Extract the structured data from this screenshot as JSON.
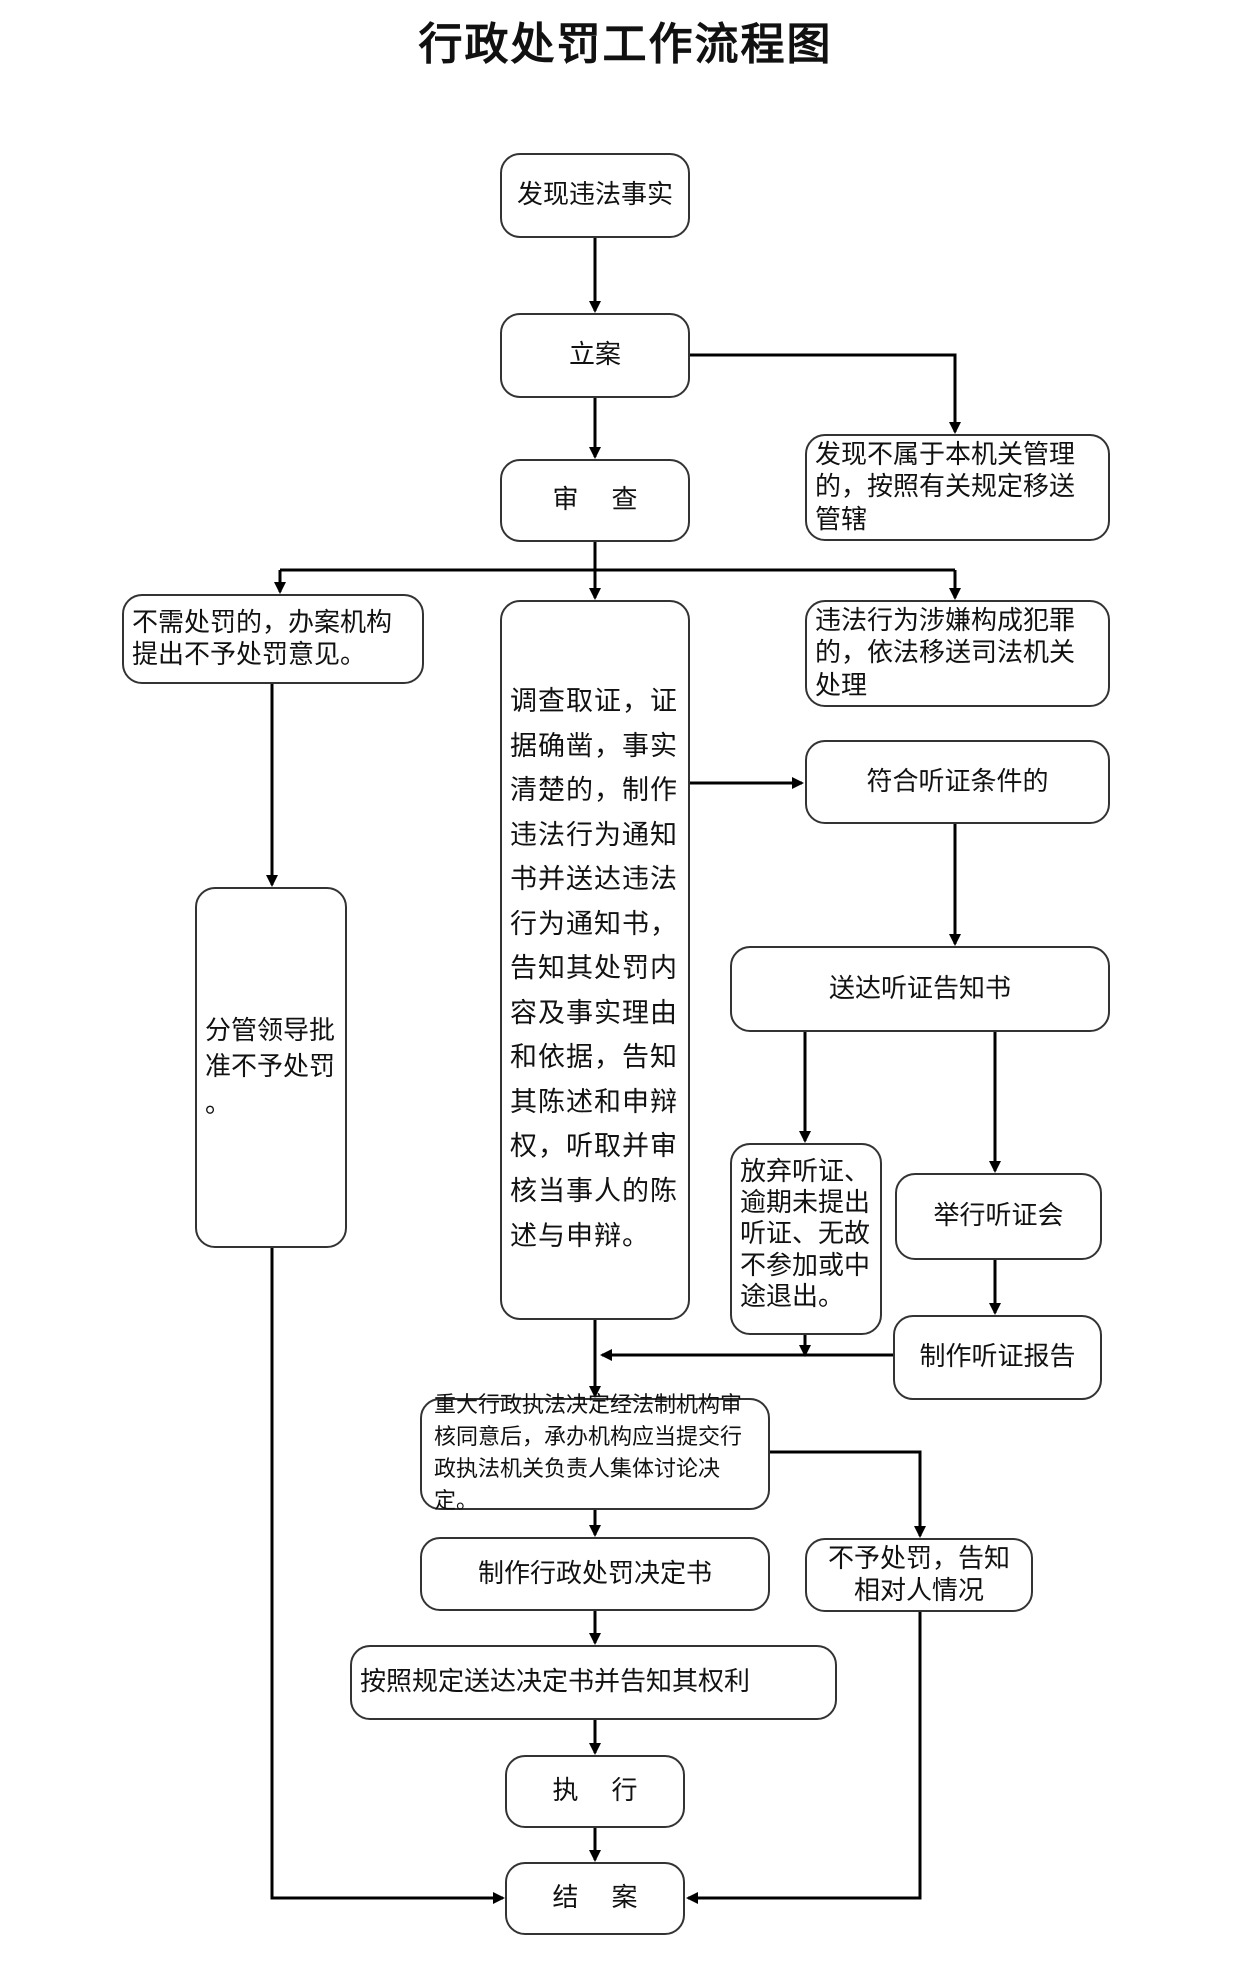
{
  "title": "行政处罚工作流程图",
  "nodes": {
    "discover": "发现违法事实",
    "file_case": "立案",
    "transfer_jurisdiction": "发现不属于本机关管理\n的，按照有关规定移送\n管辖",
    "review": "审    查",
    "no_penalty_opinion": "不需处罚的，办案机构\n提出不予处罚意见。",
    "crime_transfer": "违法行为涉嫌构成犯罪\n的，依法移送司法机关\n处理",
    "investigate": "调查取证，证\n据确凿，事实\n清楚的，制作\n违法行为通知\n书并送达违法\n行为通知书，\n告知其处罚内\n容及事实理由\n和依据，告知\n其陈述和申辩\n权，听取并审\n核当事人的陈\n述与申辩。",
    "hearing_eligible": "符合听证条件的",
    "hearing_notice": "送达听证告知书",
    "leader_approve_no_penalty": "分管领导批\n准不予处罚\n。",
    "waive_hearing": "放弃听证、\n逾期未提出\n听证、无故\n不参加或中\n途退出。",
    "hold_hearing": "举行听证会",
    "hearing_report": "制作听证报告",
    "collective_decision": "重大行政执法决定经法制机构审\n核同意后，承办机构应当提交行\n政执法机关负责人集体讨论决定。",
    "penalty_decision": "制作行政处罚决定书",
    "no_penalty_notify": "不予处罚，告知\n相对人情况",
    "deliver_decision": "按照规定送达决定书并告知其权利",
    "execute": "执    行",
    "close_case": "结    案"
  }
}
